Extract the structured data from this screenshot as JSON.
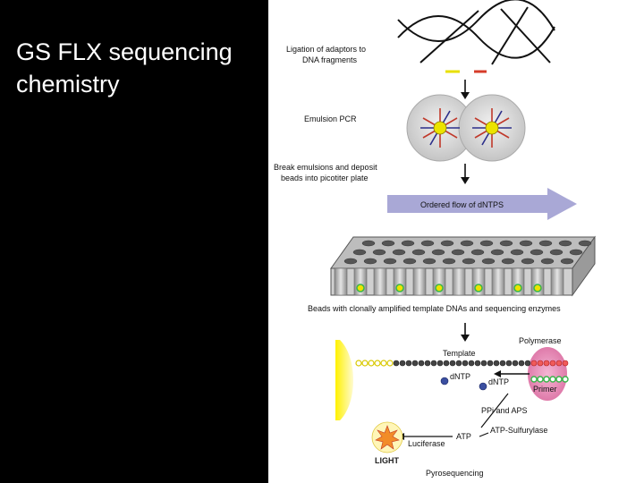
{
  "slide": {
    "title": "GS FLX sequencing\nchemistry"
  },
  "figure": {
    "steps": {
      "ligation": "Ligation of adaptors to",
      "ligation_2": "DNA fragments",
      "emulsion": "Emulsion PCR",
      "break": "Break emulsions and deposit",
      "break_2": "beads into picotiter plate",
      "flow": "Ordered flow of dNTPS",
      "beads": "Beads with clonally amplified template DNAs and sequencing enzymes",
      "pyro": "Pyrosequencing"
    },
    "labels": {
      "template": "Template",
      "polymerase": "Polymerase",
      "dntp_1": "dNTP",
      "dntp_2": "dNTP",
      "primer": "Primer",
      "ppi": "PPi and APS",
      "atp_sulfurylase": "ATP-Sulfurylase",
      "atp": "ATP",
      "luciferase": "Luciferase",
      "light": "LIGHT"
    },
    "colors": {
      "arrow_fill": "#a9a8d6",
      "template_bead": "#555555",
      "adapter_yellow": "#e8e000",
      "adapter_red": "#d63c2a",
      "primer_green": "#39b54a",
      "polymerase": "#d9639b",
      "dntp": "#3b4fa0"
    }
  }
}
